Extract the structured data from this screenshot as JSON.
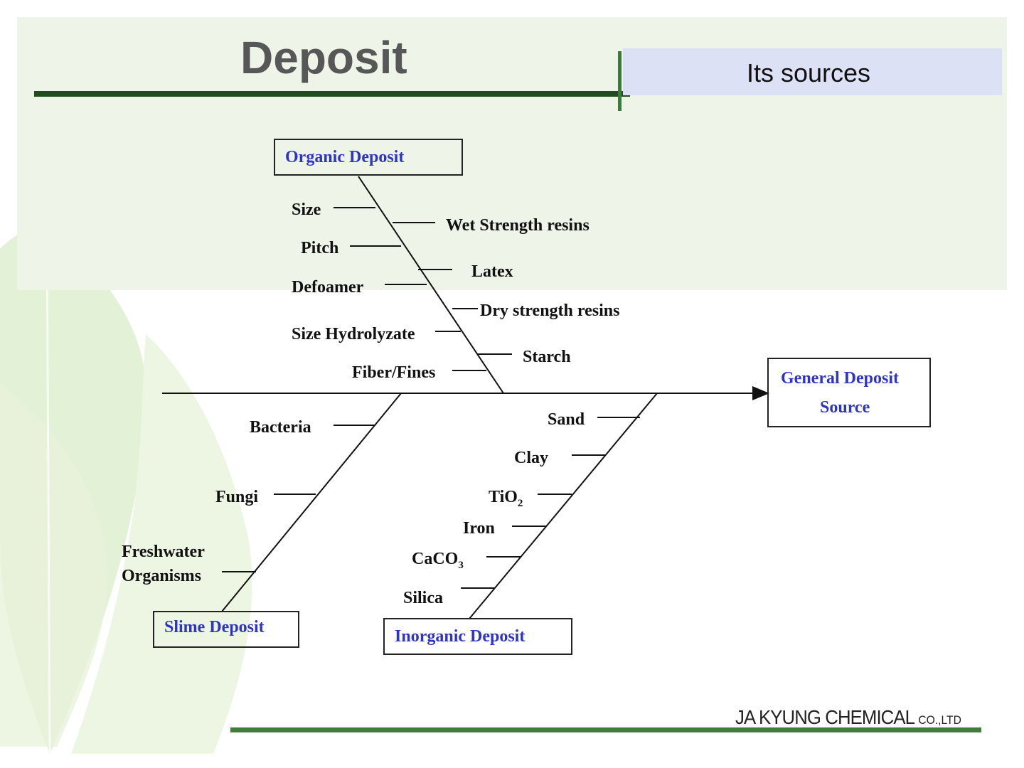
{
  "header": {
    "title": "Deposit",
    "subtitle": "Its sources"
  },
  "diagram": {
    "effect": {
      "line1": "General Deposit",
      "line2": "Source"
    },
    "categories": {
      "organic": "Organic Deposit",
      "slime": "Slime Deposit",
      "inorganic": "Inorganic Deposit"
    },
    "organic_causes": {
      "size": "Size",
      "wet_strength": "Wet Strength resins",
      "pitch": "Pitch",
      "latex": "Latex",
      "defoamer": "Defoamer",
      "dry_strength": "Dry strength resins",
      "size_hydrolyzate": "Size Hydrolyzate",
      "starch": "Starch",
      "fiber_fines": "Fiber/Fines"
    },
    "slime_causes": {
      "bacteria": "Bacteria",
      "fungi": "Fungi",
      "freshwater_line1": "Freshwater",
      "freshwater_line2": "Organisms"
    },
    "inorganic_causes": {
      "sand": "Sand",
      "clay": "Clay",
      "tio2_base": "TiO",
      "tio2_sub": "2",
      "iron": "Iron",
      "caco3_base": "CaCO",
      "caco3_sub": "3",
      "silica": "Silica"
    }
  },
  "footer": {
    "logo_main": "JA KYUNG CHEMICAL",
    "logo_suffix": "CO.,LTD"
  },
  "colors": {
    "category_text": "#2e35c4",
    "header_rule": "#1f4d1f",
    "footer_rule": "#3e7f38",
    "subtitle_box": "#dde1f6"
  }
}
